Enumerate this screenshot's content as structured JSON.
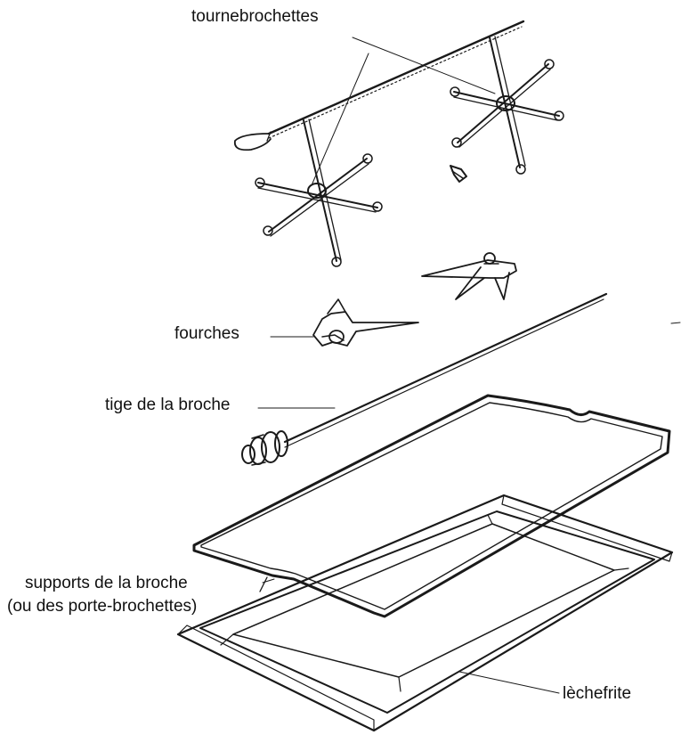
{
  "labels": {
    "rotisserie_skewers": "tournebrochettes",
    "forks": "fourches",
    "spit_rod": "tige de la broche",
    "spit_supports_line1": "supports de la broche",
    "spit_supports_line2": "(ou des porte-brochettes)",
    "drip_pan": "lèchefrite"
  }
}
